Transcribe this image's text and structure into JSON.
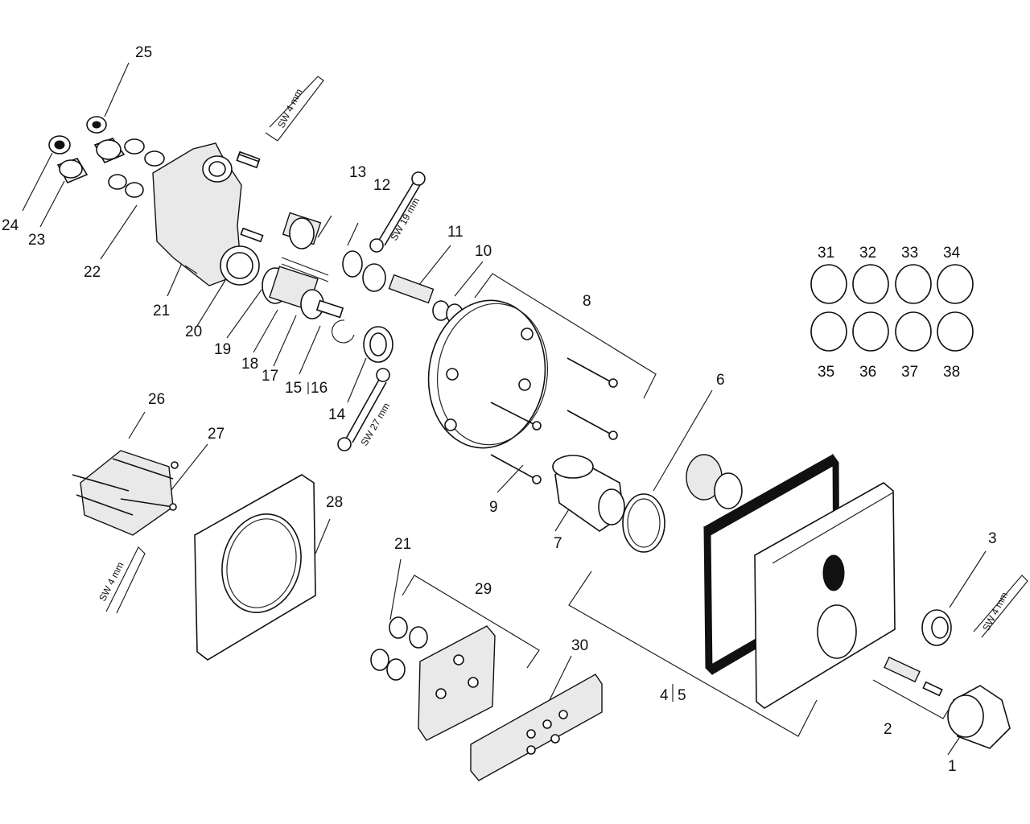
{
  "labels": {
    "p1": "1",
    "p2": "2",
    "p3": "3",
    "p4": "4",
    "p5": "5",
    "p6": "6",
    "p7": "7",
    "p8": "8",
    "p9": "9",
    "p10": "10",
    "p11": "11",
    "p12": "12",
    "p13": "13",
    "p14": "14",
    "p15": "15",
    "p16": "16",
    "p17": "17",
    "p18": "18",
    "p19": "19",
    "p20": "20",
    "p21a": "21",
    "p21b": "21",
    "p22": "22",
    "p23": "23",
    "p24": "24",
    "p25": "25",
    "p26": "26",
    "p27": "27",
    "p28": "28",
    "p29": "29",
    "p30": "30",
    "p31": "31",
    "p32": "32",
    "p33": "33",
    "p34": "34",
    "p35": "35",
    "p36": "36",
    "p37": "37",
    "p38": "38"
  },
  "tools": {
    "hex_key_top": "SW 4 mm",
    "hex_key_left": "SW 4 mm",
    "hex_key_right": "SW 4 mm",
    "wrench_19": "SW 19 mm",
    "wrench_27": "SW 27 mm"
  }
}
